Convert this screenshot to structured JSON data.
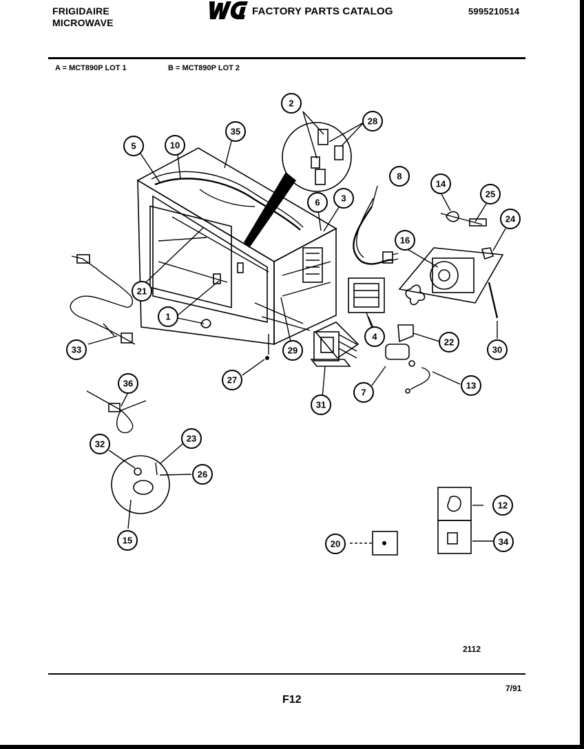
{
  "header": {
    "brand": "FRIGIDAIRE",
    "product": "MICROWAVE",
    "logo_text": "WCI",
    "catalog_title": "FACTORY PARTS CATALOG",
    "part_number": "5995210514"
  },
  "models": {
    "a": "A = MCT890P LOT 1",
    "b": "B = MCT890P LOT 2"
  },
  "footer": {
    "figure_number": "2112",
    "date": "7/91",
    "page": "F12"
  },
  "callouts": [
    "1",
    "2",
    "3",
    "4",
    "5",
    "6",
    "7",
    "8",
    "10",
    "12",
    "13",
    "14",
    "15",
    "16",
    "20",
    "21",
    "22",
    "23",
    "24",
    "25",
    "26",
    "27",
    "28",
    "29",
    "30",
    "31",
    "32",
    "33",
    "34",
    "35",
    "36"
  ]
}
